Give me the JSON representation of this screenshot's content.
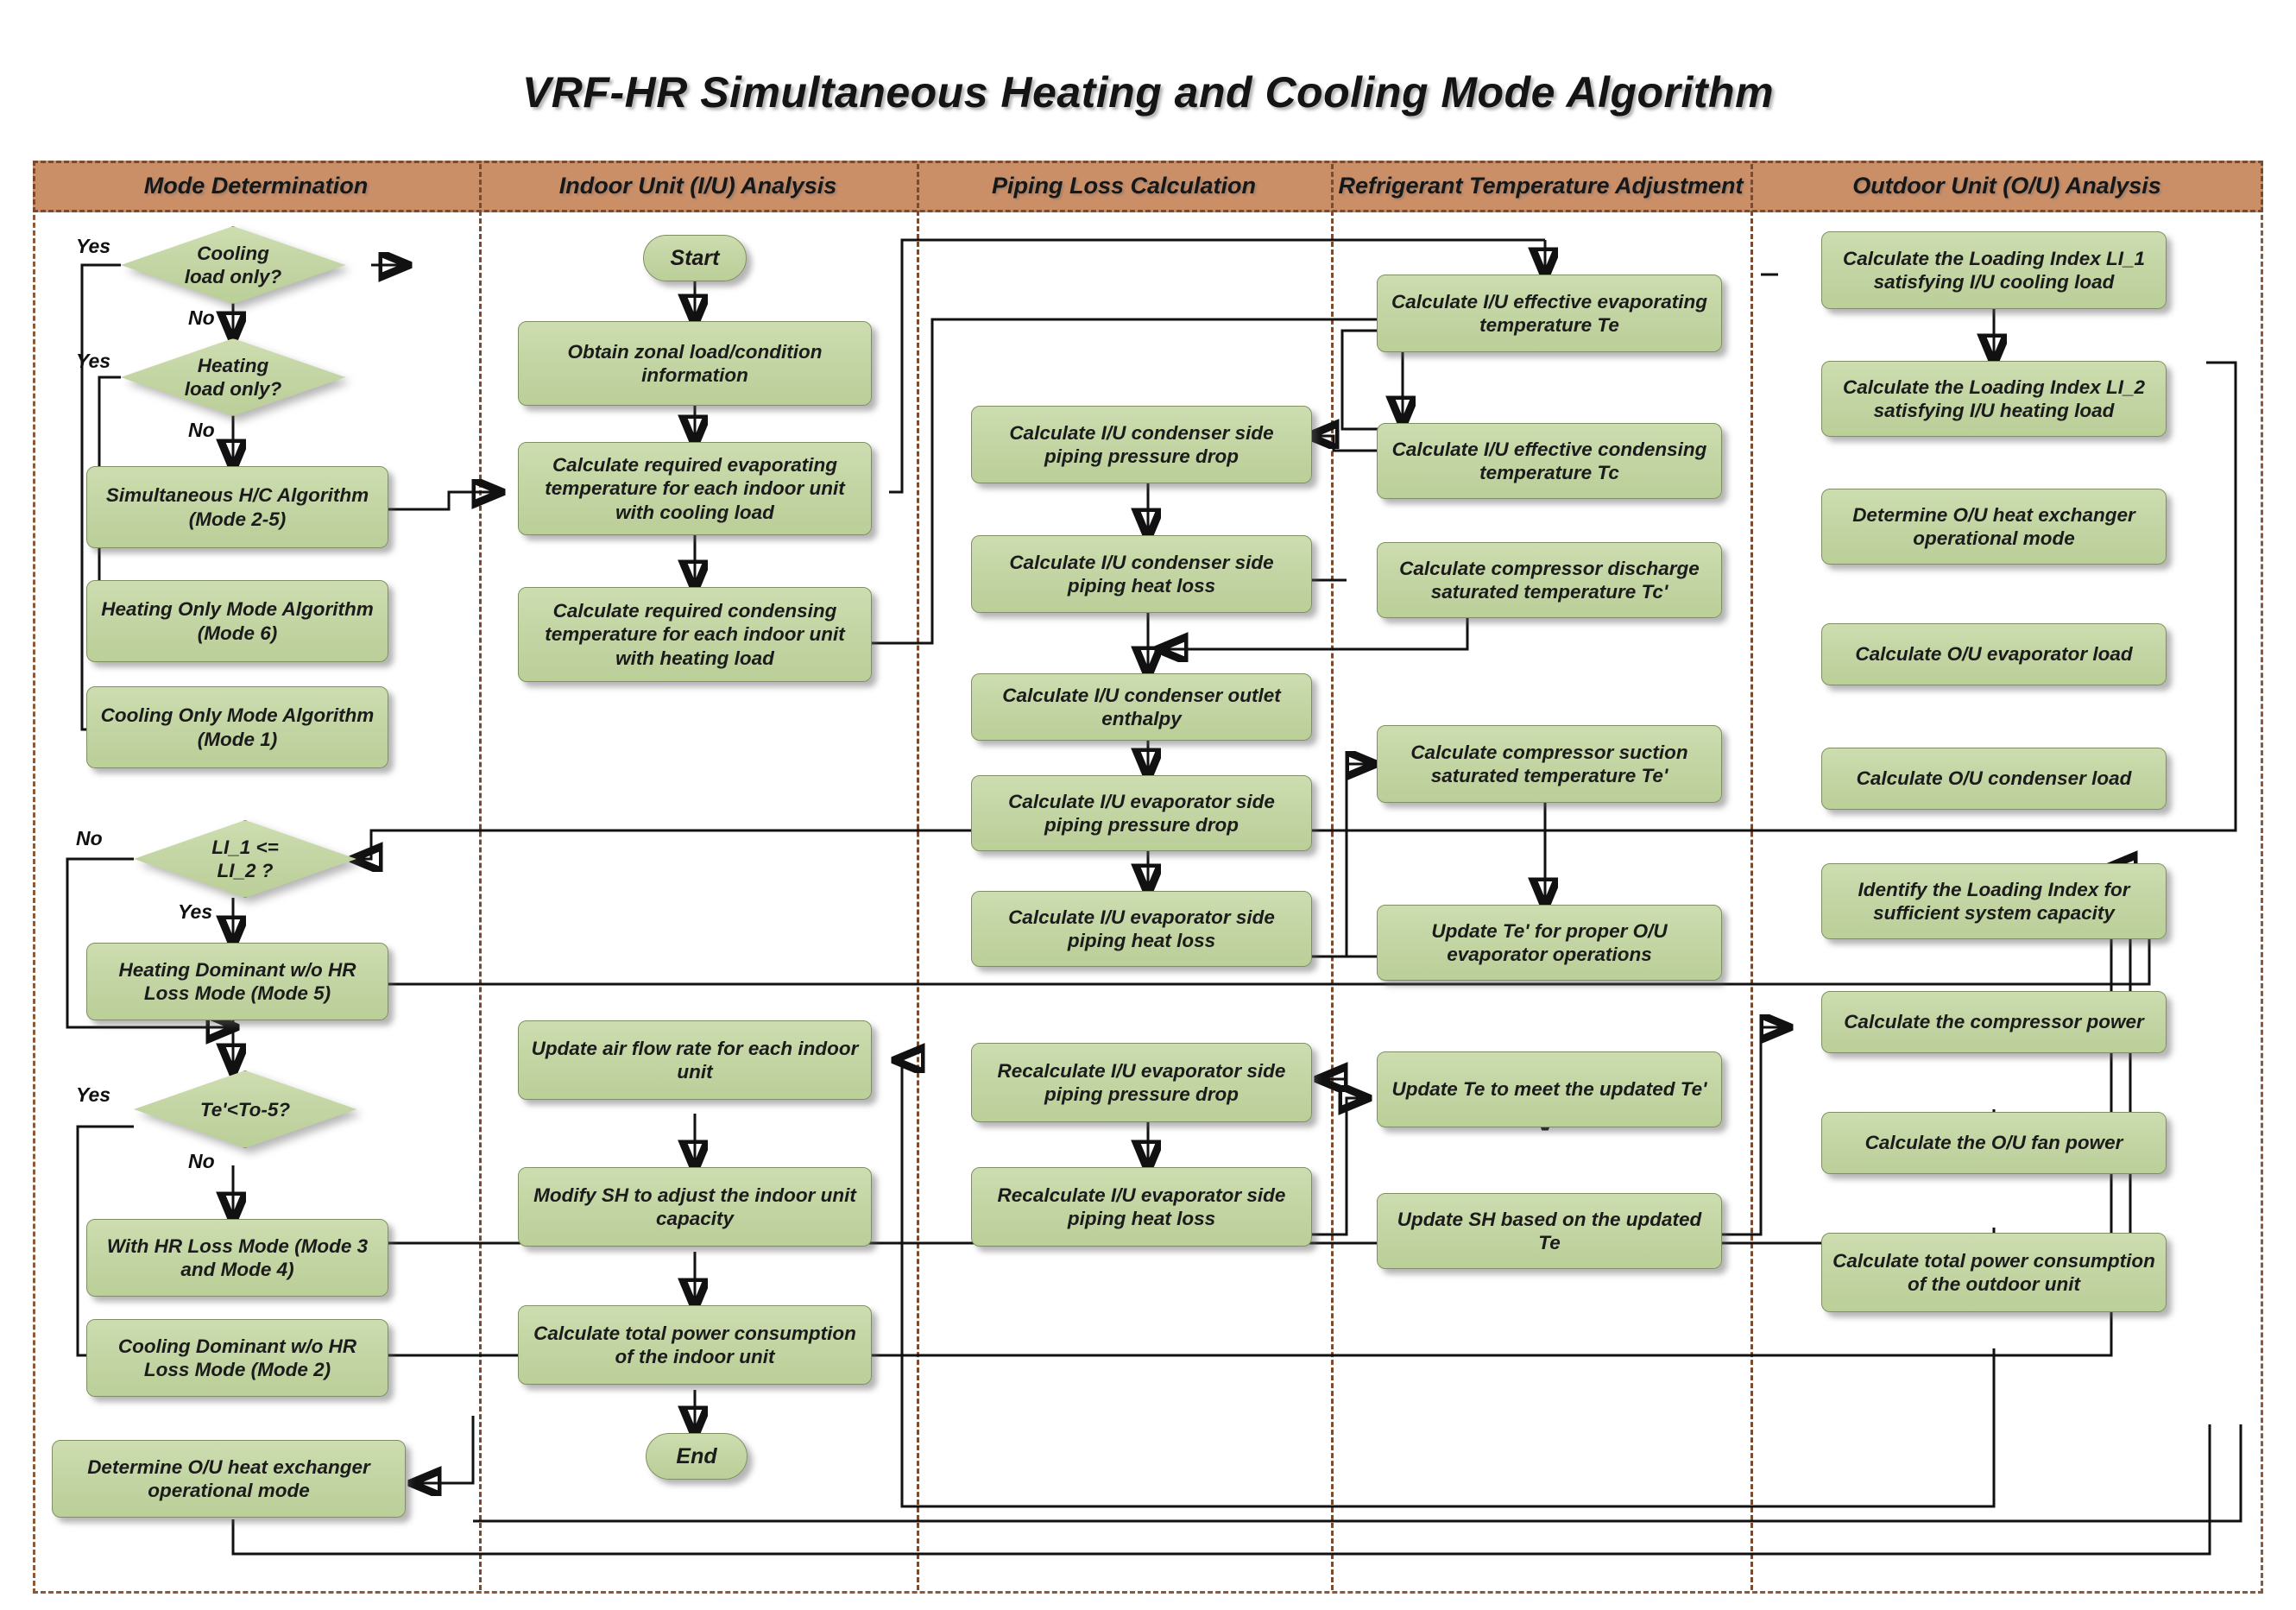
{
  "title": "VRF-HR Simultaneous Heating and Cooling Mode Algorithm",
  "colors": {
    "lane_header_bg": "#cb8f68",
    "lane_border": "#7a4b2f",
    "node_fill": "#c2d4a2",
    "node_border": "#7f9060",
    "connector": "#111111",
    "page_bg": "#ffffff"
  },
  "lanes": [
    {
      "id": "mode-determination",
      "label": "Mode Determination"
    },
    {
      "id": "indoor-unit-analysis",
      "label": "Indoor Unit (I/U) Analysis"
    },
    {
      "id": "piping-loss-calculation",
      "label": "Piping Loss Calculation"
    },
    {
      "id": "refrigerant-temperature-adjustment",
      "label": "Refrigerant Temperature Adjustment"
    },
    {
      "id": "outdoor-unit-analysis",
      "label": "Outdoor Unit (O/U) Analysis"
    }
  ],
  "nodes": {
    "c1": [
      {
        "id": "cooling-load-only",
        "type": "decision",
        "text": "Cooling\nload only?"
      },
      {
        "id": "heating-load-only",
        "type": "decision",
        "text": "Heating\nload only?"
      },
      {
        "id": "simultaneous-hc-algorithm",
        "type": "process",
        "text": "Simultaneous H/C Algorithm (Mode 2-5)"
      },
      {
        "id": "heating-only-mode-algorithm",
        "type": "process",
        "text": "Heating Only Mode Algorithm (Mode 6)"
      },
      {
        "id": "cooling-only-mode-algorithm",
        "type": "process",
        "text": "Cooling Only Mode Algorithm (Mode 1)"
      },
      {
        "id": "li1-le-li2",
        "type": "decision",
        "text": "LI_1 <=\nLI_2 ?"
      },
      {
        "id": "heating-dominant-wo-hr-loss",
        "type": "process",
        "text": "Heating Dominant w/o HR Loss Mode (Mode 5)"
      },
      {
        "id": "te-lt-to-minus-5",
        "type": "decision",
        "text": "Te'<To-5?"
      },
      {
        "id": "with-hr-loss-mode",
        "type": "process",
        "text": "With HR Loss Mode (Mode 3 and Mode 4)"
      },
      {
        "id": "cooling-dominant-wo-hr-loss",
        "type": "process",
        "text": "Cooling Dominant w/o HR Loss Mode (Mode 2)"
      },
      {
        "id": "determine-ou-hx-mode-c1",
        "type": "process",
        "text": "Determine O/U heat exchanger operational mode"
      }
    ],
    "c2": [
      {
        "id": "start",
        "type": "terminator",
        "text": "Start"
      },
      {
        "id": "obtain-zonal-load",
        "type": "process",
        "text": "Obtain zonal load/condition information"
      },
      {
        "id": "calc-required-evaporating-temp",
        "type": "process",
        "text": "Calculate required evaporating temperature for each indoor unit with cooling load"
      },
      {
        "id": "calc-required-condensing-temp",
        "type": "process",
        "text": "Calculate required condensing temperature for each indoor unit with heating load"
      },
      {
        "id": "update-air-flow-rate",
        "type": "process",
        "text": "Update air flow rate for each indoor unit"
      },
      {
        "id": "modify-sh-adjust-capacity",
        "type": "process",
        "text": "Modify SH to adjust the indoor unit capacity"
      },
      {
        "id": "calc-total-power-indoor",
        "type": "process",
        "text": "Calculate total power consumption of the indoor unit"
      },
      {
        "id": "end",
        "type": "terminator",
        "text": "End"
      }
    ],
    "c3": [
      {
        "id": "iu-condenser-pressure-drop",
        "type": "process",
        "text": "Calculate I/U condenser side piping pressure drop"
      },
      {
        "id": "iu-condenser-heat-loss",
        "type": "process",
        "text": "Calculate I/U condenser side piping heat loss"
      },
      {
        "id": "iu-condenser-outlet-enthalpy",
        "type": "process",
        "text": "Calculate I/U condenser outlet enthalpy"
      },
      {
        "id": "iu-evaporator-pressure-drop",
        "type": "process",
        "text": "Calculate I/U evaporator side piping pressure drop"
      },
      {
        "id": "iu-evaporator-heat-loss",
        "type": "process",
        "text": "Calculate I/U evaporator side piping heat loss"
      },
      {
        "id": "recalc-iu-evaporator-pressure-drop",
        "type": "process",
        "text": "Recalculate I/U evaporator side piping pressure drop"
      },
      {
        "id": "recalc-iu-evaporator-heat-loss",
        "type": "process",
        "text": "Recalculate I/U evaporator side piping heat loss"
      }
    ],
    "c4": [
      {
        "id": "calc-iu-effective-te",
        "type": "process",
        "text": "Calculate I/U effective evaporating temperature Te"
      },
      {
        "id": "calc-iu-effective-tc",
        "type": "process",
        "text": "Calculate I/U effective condensing temperature Tc"
      },
      {
        "id": "calc-compressor-discharge-tc",
        "type": "process",
        "text": "Calculate compressor discharge saturated temperature Tc'"
      },
      {
        "id": "calc-compressor-suction-te",
        "type": "process",
        "text": "Calculate compressor suction saturated temperature Te'"
      },
      {
        "id": "update-te-prime-for-ou",
        "type": "process",
        "text": "Update Te' for proper O/U evaporator operations"
      },
      {
        "id": "update-te-to-meet-te-prime",
        "type": "process",
        "text": "Update Te to meet the updated Te'"
      },
      {
        "id": "update-sh-based-on-te",
        "type": "process",
        "text": "Update SH based on the updated Te"
      }
    ],
    "c5": [
      {
        "id": "calc-loading-index-li1",
        "type": "process",
        "text": "Calculate the Loading Index LI_1 satisfying I/U cooling load"
      },
      {
        "id": "calc-loading-index-li2",
        "type": "process",
        "text": "Calculate the Loading Index LI_2 satisfying I/U heating load"
      },
      {
        "id": "determine-ou-hx-mode-c5",
        "type": "process",
        "text": "Determine O/U heat exchanger operational mode"
      },
      {
        "id": "calc-ou-evaporator-load",
        "type": "process",
        "text": "Calculate O/U evaporator load"
      },
      {
        "id": "calc-ou-condenser-load",
        "type": "process",
        "text": "Calculate O/U condenser load"
      },
      {
        "id": "identify-loading-index-capacity",
        "type": "process",
        "text": "Identify the Loading Index for sufficient system capacity"
      },
      {
        "id": "calc-compressor-power",
        "type": "process",
        "text": "Calculate the compressor power"
      },
      {
        "id": "calc-ou-fan-power",
        "type": "process",
        "text": "Calculate the O/U fan power"
      },
      {
        "id": "calc-total-power-outdoor",
        "type": "process",
        "text": "Calculate total power consumption of the outdoor unit"
      }
    ]
  },
  "edge_labels": [
    {
      "id": "yes-cooling-load-only",
      "text": "Yes"
    },
    {
      "id": "no-cooling-load-only",
      "text": "No"
    },
    {
      "id": "yes-heating-load-only",
      "text": "Yes"
    },
    {
      "id": "no-heating-load-only",
      "text": "No"
    },
    {
      "id": "no-li1-le-li2",
      "text": "No"
    },
    {
      "id": "yes-li1-le-li2",
      "text": "Yes"
    },
    {
      "id": "yes-te-lt-to",
      "text": "Yes"
    },
    {
      "id": "no-te-lt-to",
      "text": "No"
    }
  ]
}
